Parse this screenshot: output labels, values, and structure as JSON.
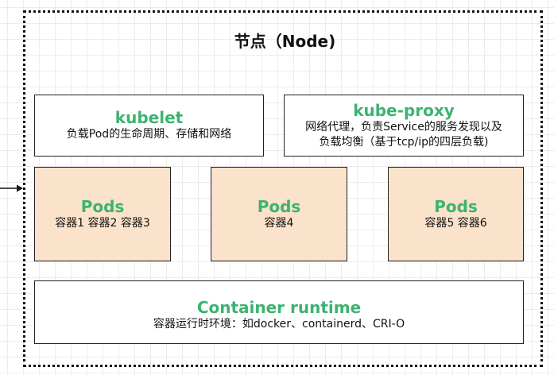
{
  "node": {
    "title": "节点（Node)"
  },
  "kubelet": {
    "title": "kubelet",
    "desc": "负载Pod的生命周期、存储和网络"
  },
  "kube_proxy": {
    "title": "kube-proxy",
    "desc_line1": "网络代理，负责Service的服务发现以及",
    "desc_line2": "负载均衡（基于tcp/ip的四层负载)"
  },
  "pods": [
    {
      "title": "Pods",
      "containers": "容器1 容器2 容器3"
    },
    {
      "title": "Pods",
      "containers": "容器4"
    },
    {
      "title": "Pods",
      "containers": "容器5 容器6"
    }
  ],
  "container_runtime": {
    "title": "Container runtime",
    "desc": "容器运行时环境：如docker、containerd、CRI-O"
  },
  "colors": {
    "component_title": "#3cb371",
    "pod_fill": "#fbe2cb",
    "border": "#222222"
  }
}
